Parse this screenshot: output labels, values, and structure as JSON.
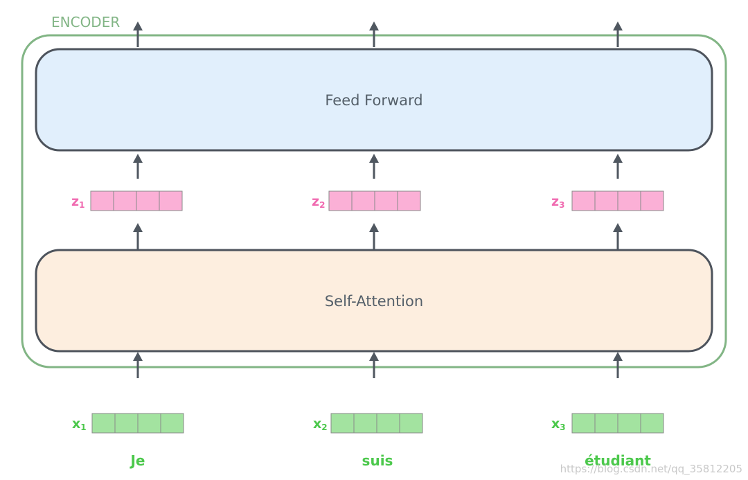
{
  "encoder": {
    "label": "ENCODER"
  },
  "blocks": {
    "feed_forward": "Feed Forward",
    "self_attention": "Self-Attention"
  },
  "columns": [
    {
      "z": "z",
      "z_sub": "1",
      "x": "x",
      "x_sub": "1",
      "word": "Je"
    },
    {
      "z": "z",
      "z_sub": "2",
      "x": "x",
      "x_sub": "2",
      "word": "suis"
    },
    {
      "z": "z",
      "z_sub": "3",
      "x": "x",
      "x_sub": "3",
      "word": "étudiant"
    }
  ],
  "watermark": "https://blog.csdn.net/qq_35812205",
  "colors": {
    "encoder_border": "#82b585",
    "feed_forward_fill": "#e1effc",
    "self_attention_fill": "#fdeedf",
    "block_border": "#4d535c",
    "z_vector": "#fbb0d6",
    "x_vector": "#a3e3a0",
    "arrow": "#4f5760"
  }
}
